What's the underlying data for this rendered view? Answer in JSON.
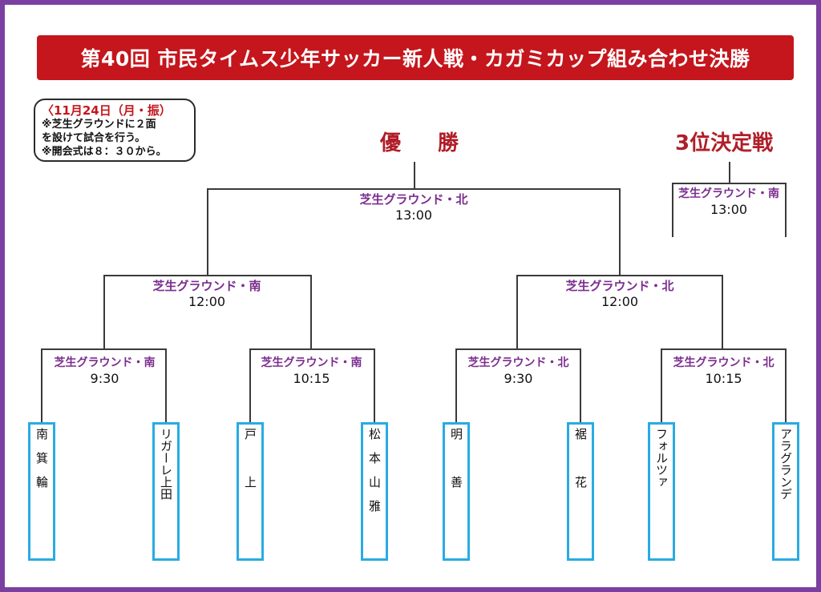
{
  "title": "第40回 市民タイムス少年サッカー新人戦・カガミカップ組み合わせ決勝",
  "note": {
    "date": "〈11月24日（月・振）",
    "line1": "※芝生グラウンドに２面",
    "line2": "を設けて試合を行う。",
    "line3": "※開会式は８：３０から。"
  },
  "headings": {
    "champion": "優　勝",
    "third_place": "3位決定戦"
  },
  "matches": {
    "final": {
      "venue": "芝生グラウンド・北",
      "time": "13:00"
    },
    "third": {
      "venue": "芝生グラウンド・南",
      "time": "13:00"
    },
    "semi_left": {
      "venue": "芝生グラウンド・南",
      "time": "12:00"
    },
    "semi_right": {
      "venue": "芝生グラウンド・北",
      "time": "12:00"
    },
    "qf1": {
      "venue": "芝生グラウンド・南",
      "time": "9:30"
    },
    "qf2": {
      "venue": "芝生グラウンド・南",
      "time": "10:15"
    },
    "qf3": {
      "venue": "芝生グラウンド・北",
      "time": "9:30"
    },
    "qf4": {
      "venue": "芝生グラウンド・北",
      "time": "10:15"
    }
  },
  "teams": [
    {
      "id": "t1",
      "name": "南　箕　輪"
    },
    {
      "id": "t2",
      "name": "リガーレ上田"
    },
    {
      "id": "t3",
      "name": "戸　　　上"
    },
    {
      "id": "t4",
      "name": "松　本　山　雅"
    },
    {
      "id": "t5",
      "name": "明　　　善"
    },
    {
      "id": "t6",
      "name": "裾　　　花"
    },
    {
      "id": "t7",
      "name": "フォルツァ"
    },
    {
      "id": "t8",
      "name": "アラグランデ"
    }
  ],
  "colors": {
    "banner": "#C4161C",
    "border": "#7B3FA0",
    "venue": "#7B2D8E",
    "heading": "#B01E28",
    "team_border": "#29ABE2",
    "line": "#3a3a3a"
  }
}
